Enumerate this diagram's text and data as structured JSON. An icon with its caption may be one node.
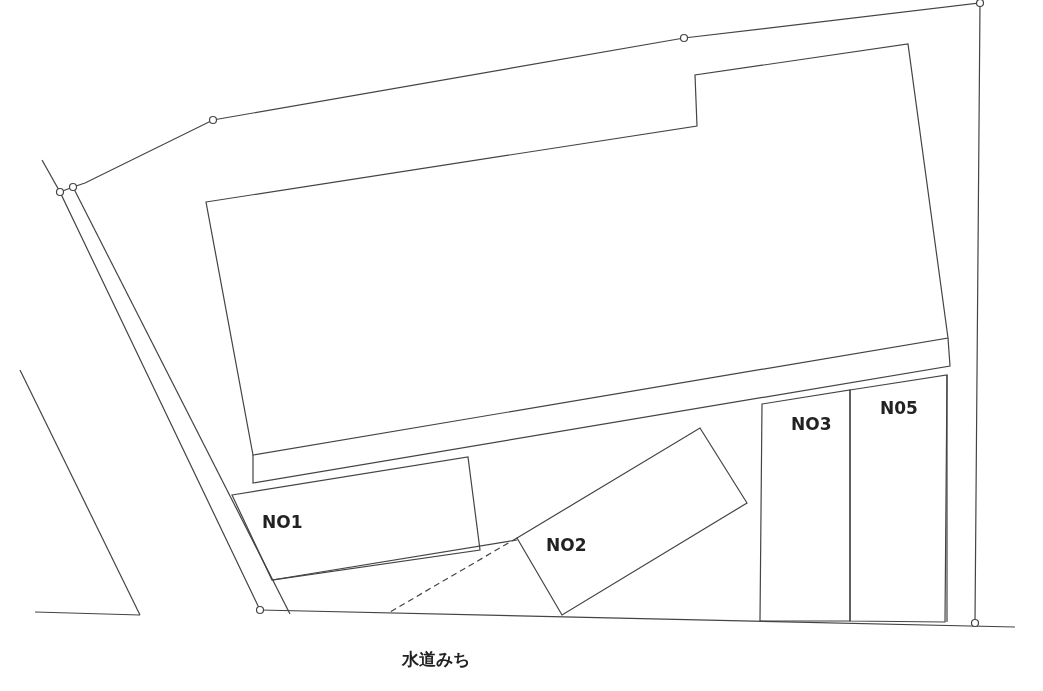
{
  "diagram": {
    "nodes": [
      {
        "text": [
          "NO1"
        ]
      },
      {
        "text": [
          "NO2"
        ]
      },
      {
        "text": [
          "NO3"
        ]
      },
      {
        "text": [
          "N05"
        ]
      }
    ],
    "labels": [
      "水道みち"
    ]
  }
}
